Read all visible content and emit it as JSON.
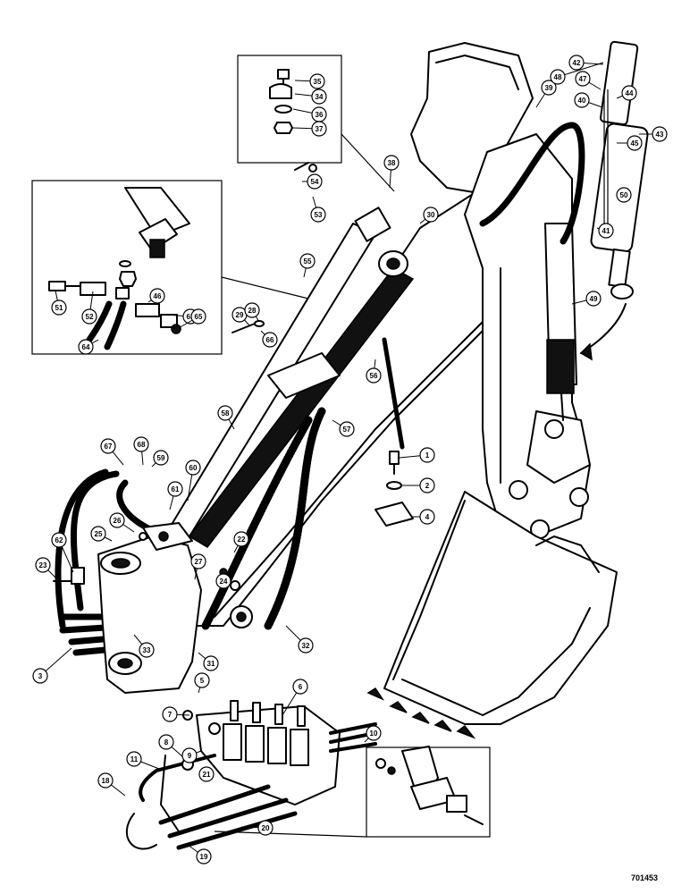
{
  "figure_id": "701453",
  "callouts": [
    "35",
    "34",
    "36",
    "37",
    "38",
    "54",
    "53",
    "30",
    "55",
    "39",
    "47",
    "48",
    "42",
    "41",
    "40",
    "43",
    "44",
    "45",
    "50",
    "49",
    "51",
    "52",
    "46",
    "63",
    "65",
    "64",
    "29",
    "28",
    "66",
    "56",
    "57",
    "58",
    "67",
    "68",
    "59",
    "60",
    "61",
    "62",
    "23",
    "25",
    "26",
    "27",
    "24",
    "22",
    "32",
    "33",
    "31",
    "3",
    "1",
    "2",
    "4",
    "5",
    "6",
    "7",
    "8",
    "9",
    "10",
    "11",
    "21",
    "20",
    "19",
    "18"
  ]
}
